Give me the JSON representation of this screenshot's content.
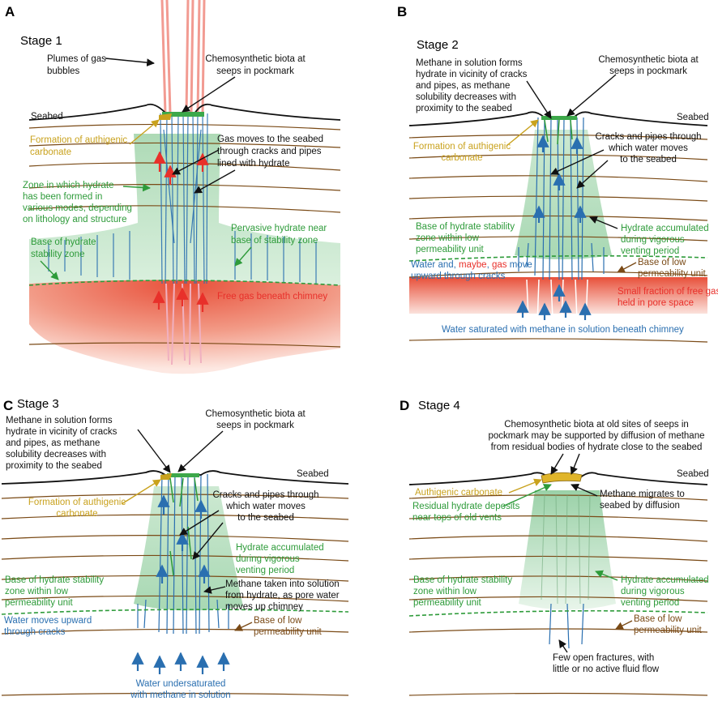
{
  "panels": {
    "a": {
      "letter": "A",
      "stage": "Stage 1",
      "seabed": "Seabed",
      "plumes": [
        "Plumes of gas",
        "bubbles"
      ],
      "biota": [
        "Chemosynthetic biota at",
        "seeps in pockmark"
      ],
      "carbonate": [
        "Formation of authigenic",
        "carbonate"
      ],
      "gas_moves": [
        "Gas moves to the seabed",
        "through cracks and pipes",
        "lined with hydrate"
      ],
      "zone": [
        "Zone in which hydrate",
        "has been formed in",
        "various modes, depending",
        "on lithology and structure"
      ],
      "pervasive": [
        "Pervasive hydrate near",
        "base of stability zone"
      ],
      "base_stability": [
        "Base of hydrate",
        "stability zone"
      ],
      "free_gas": "Free gas beneath chimney"
    },
    "b": {
      "letter": "B",
      "stage": "Stage 2",
      "seabed": "Seabed",
      "methane": [
        "Methane in solution forms",
        "hydrate in vicinity of cracks",
        "and pipes, as methane",
        "solubility decreases with",
        "proximity to the seabed"
      ],
      "biota": [
        "Chemosynthetic biota at",
        "seeps in pockmark"
      ],
      "carbonate": [
        "Formation of authigenic",
        "carbonate"
      ],
      "cracks": [
        "Cracks and pipes through",
        "which water moves",
        "to the seabed"
      ],
      "base_stability": [
        "Base of hydrate stability",
        "zone within low",
        "permeability unit"
      ],
      "accumulated": [
        "Hydrate accumulated",
        "during vigorous",
        "venting period"
      ],
      "water_gas_1": "Water and, ",
      "water_gas_maybe": "maybe",
      "water_gas_comma": ", ",
      "water_gas_gas": "gas",
      "water_gas_2": " move",
      "water_gas_3": "upward through cracks",
      "base_low": [
        "Base of low",
        "permeability unit"
      ],
      "small_fraction": [
        "Small fraction of free gas",
        "held in pore space"
      ],
      "water_saturated": "Water saturated with methane in solution beneath chimney"
    },
    "c": {
      "letter": "C",
      "stage": "Stage 3",
      "seabed": "Seabed",
      "methane": [
        "Methane in solution forms",
        "hydrate in vicinity of cracks",
        "and pipes, as methane",
        "solubility decreases with",
        "proximity to the seabed"
      ],
      "biota": [
        "Chemosynthetic biota at",
        "seeps in pockmark"
      ],
      "carbonate": [
        "Formation of authigenic",
        "carbonate"
      ],
      "cracks": [
        "Cracks and pipes through",
        "which water moves",
        "to the seabed"
      ],
      "accumulated": [
        "Hydrate accumulated",
        "during vigorous",
        "venting period"
      ],
      "base_stability": [
        "Base of hydrate stability",
        "zone within low",
        "permeability unit"
      ],
      "methane_taken": [
        "Methane taken into solution",
        "from hydrate, as pore water",
        "moves up chimney"
      ],
      "water_upward": [
        "Water moves upward",
        "through cracks"
      ],
      "base_low": [
        "Base of low",
        "permeability unit"
      ],
      "undersaturated": [
        "Water undersaturated",
        "with methane in solution"
      ]
    },
    "d": {
      "letter": "D",
      "stage": "Stage 4",
      "seabed": "Seabed",
      "biota": [
        "Chemosynthetic biota at old sites of seeps in",
        "pockmark may be supported by diffusion of methane",
        "from residual bodies of hydrate close to the seabed"
      ],
      "carbonate": "Authigenic carbonate",
      "residual": [
        "Residual hydrate deposits",
        "near tops of old vents"
      ],
      "migrates": [
        "Methane migrates to",
        "seabed by diffusion"
      ],
      "base_stability": [
        "Base of hydrate stability",
        "zone within low",
        "permeability unit"
      ],
      "accumulated": [
        "Hydrate accumulated",
        "during vigorous",
        "venting period"
      ],
      "base_low": [
        "Base of low",
        "permeability unit"
      ],
      "few_fractures": [
        "Few open fractures, with",
        "little or no active fluid flow"
      ]
    }
  },
  "colors": {
    "hydrate_green": "#2e9b3a",
    "carbonate_gold": "#c9a21e",
    "gas_red": "#e8302a",
    "water_blue": "#2a6fb0",
    "strata_brown": "#7a4a16"
  }
}
